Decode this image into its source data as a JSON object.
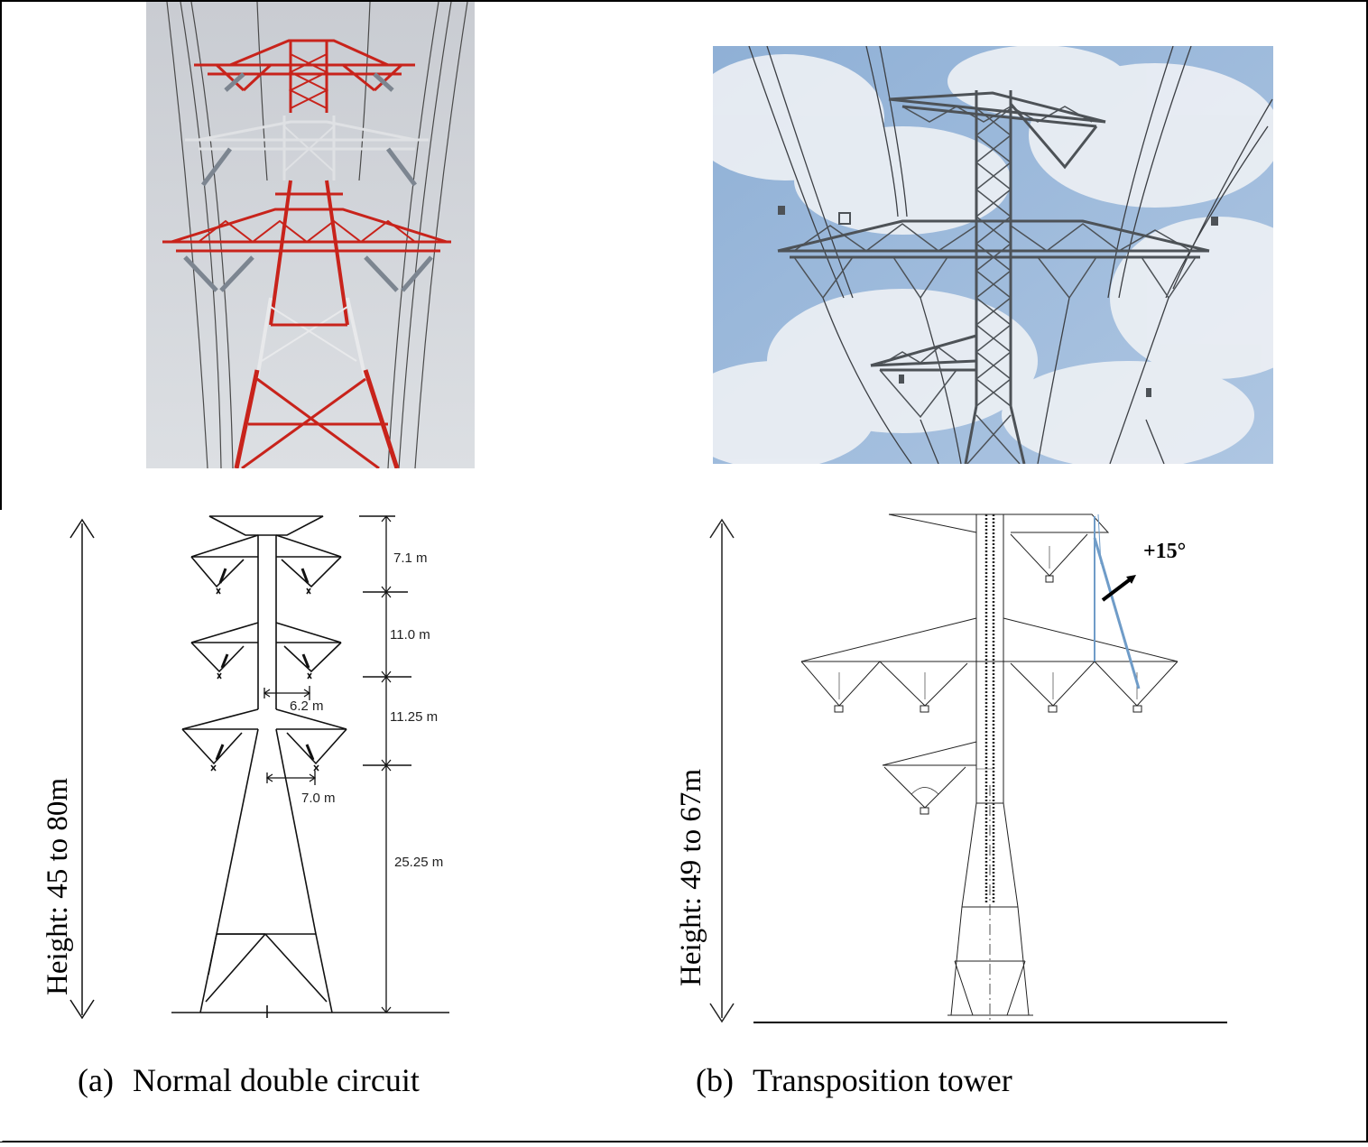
{
  "panel_a": {
    "caption_letter": "(a)",
    "caption_text": "Normal double circuit",
    "height_label": "Height: 45 to 80m",
    "dimensions": [
      "7.1  m",
      "11.0  m",
      "11.25 m",
      "25.25 m",
      "6.2 m",
      "7.0 m"
    ]
  },
  "panel_b": {
    "caption_letter": "(b)",
    "caption_text": "Transposition tower",
    "height_label": "Height: 49 to 67m",
    "angle_label": "+15°"
  },
  "colors": {
    "tower_red": "#c8231b",
    "tower_white": "#e6e6e6",
    "steel_gray": "#555a60",
    "sky_a": "#d3d6db",
    "sky_b_blue": "#8fb0d6",
    "rotation_blue": "#6f9cc8"
  }
}
